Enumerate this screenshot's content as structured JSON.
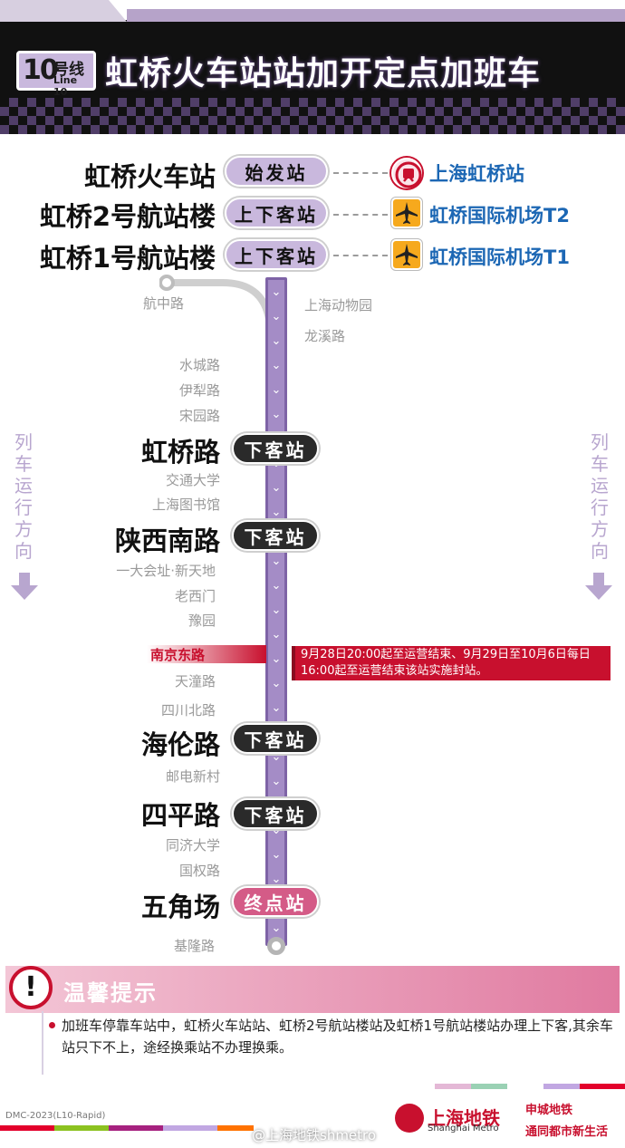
{
  "header": {
    "line_number": "10",
    "line_hao": "号线",
    "line_en": "Line 10",
    "title": "虹桥火车站站加开定点加班车"
  },
  "top_stations": [
    {
      "name": "虹桥火车站",
      "tag": "始发站",
      "transfer": "上海虹桥站",
      "icon": "rail-icon"
    },
    {
      "name": "虹桥2号航站楼",
      "tag": "上下客站",
      "transfer": "虹桥国际机场T2",
      "icon": "airplane-icon"
    },
    {
      "name": "虹桥1号航站楼",
      "tag": "上下客站",
      "transfer": "虹桥国际机场T1",
      "icon": "airplane-icon"
    }
  ],
  "branch": {
    "hangzhong": "航中路",
    "zoo": "上海动物园",
    "longxi": "龙溪路"
  },
  "small_stations": {
    "shuicheng": "水城路",
    "yili": "伊犁路",
    "songyuan": "宋园路",
    "jiaotong": "交通大学",
    "library": "上海图书馆",
    "yidahui": "一大会址·新天地",
    "laoximen": "老西门",
    "yuyuan": "豫园",
    "nanjingdong": "南京东路",
    "tiantong": "天潼路",
    "sichuanbei": "四川北路",
    "youdian": "邮电新村",
    "tongji": "同济大学",
    "guoquan": "国权路",
    "jilong": "基隆路"
  },
  "major_stations": [
    {
      "name": "虹桥路",
      "tag": "下客站"
    },
    {
      "name": "陕西南路",
      "tag": "下客站"
    },
    {
      "name": "海伦路",
      "tag": "下客站"
    },
    {
      "name": "四平路",
      "tag": "下客站"
    },
    {
      "name": "五角场",
      "tag": "终点站"
    }
  ],
  "direction_label": "列车运行方向",
  "notice": "9月28日20:00起至运营结束、9月29日至10月6日每日16:00起至运营结束该站实施封站。",
  "tips": {
    "title": "温馨提示",
    "text": "加班车停靠车站中，虹桥火车站站、虹桥2号航站楼站及虹桥1号航站楼站办理上下客,其余车站只下不上，途经换乘站不办理换乘。"
  },
  "footer": {
    "code": "DMC-2023(L10-Rapid)",
    "weibo": "@上海地铁shmetro",
    "logo_cn": "上海地铁",
    "logo_en": "Shanghai Metro",
    "slogan1": "申城地铁",
    "slogan2": "通同都市新生活"
  },
  "colors": {
    "line_purple": "#a48cc6",
    "alert_red": "#c8102e",
    "terminal_pink": "#d45b87",
    "transfer_blue": "#1c67b4",
    "airport_orange": "#f6a91d"
  }
}
